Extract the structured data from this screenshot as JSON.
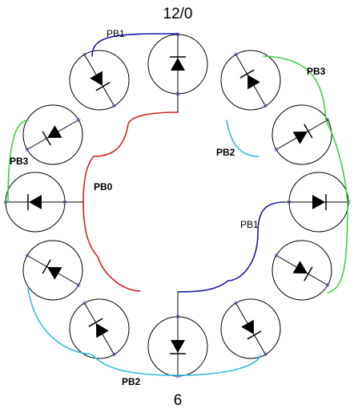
{
  "labels": {
    "top": "12/0",
    "bottom": "6",
    "pb0": "PB0",
    "pb1_top": "PB1",
    "pb1_right": "PB1",
    "pb2_upper": "PB2",
    "pb2_lower": "PB2",
    "pb3_right": "PB3",
    "pb3_left": "PB3"
  },
  "colors": {
    "pb0": "#d62020",
    "pb1": "#1a1aa8",
    "pb2": "#33bbdd",
    "pb3": "#44cc44",
    "line": "#000000"
  }
}
